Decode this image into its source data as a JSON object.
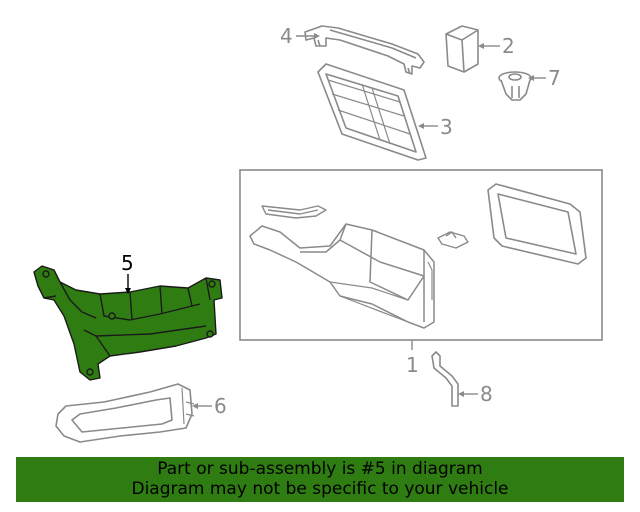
{
  "diagram": {
    "callouts": [
      {
        "id": "1",
        "label": "1"
      },
      {
        "id": "2",
        "label": "2"
      },
      {
        "id": "3",
        "label": "3"
      },
      {
        "id": "4",
        "label": "4"
      },
      {
        "id": "5",
        "label": "5"
      },
      {
        "id": "6",
        "label": "6"
      },
      {
        "id": "7",
        "label": "7"
      },
      {
        "id": "8",
        "label": "8"
      }
    ],
    "highlighted_part": "5"
  },
  "banner": {
    "line1": "Part or sub-assembly is #5 in diagram",
    "line2": "Diagram may not be specific to your vehicle"
  },
  "colors": {
    "highlight_fill": "#2f7d12",
    "banner_bg": "#2f7d12",
    "line_gray": "#8a8a8a",
    "outline_dark": "#1a1a1a"
  }
}
